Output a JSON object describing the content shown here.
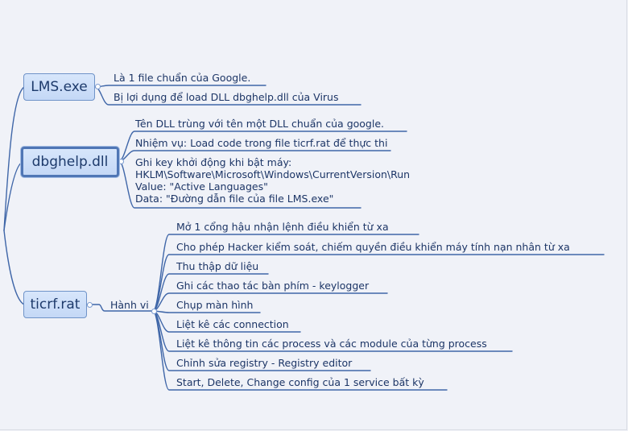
{
  "nodes": {
    "lms": {
      "label": "LMS.exe",
      "children": [
        "Là 1 file chuẩn của Google.",
        "Bị lợi dụng để load DLL dbghelp.dll của Virus"
      ]
    },
    "dbghelp": {
      "label": "dbghelp.dll",
      "children": [
        "Tên DLL trùng với tên một DLL chuẩn của google.",
        "Nhiệm vụ: Load code trong file ticrf.rat để thực thi"
      ],
      "registry": {
        "line1": "Ghi key khởi động khi bật máy:",
        "line2": "HKLM\\Software\\Microsoft\\Windows\\CurrentVersion\\Run",
        "line3": "Value: \"Active Languages\"",
        "line4": "Data: \"Đường dẫn file của file LMS.exe\""
      }
    },
    "ticrf": {
      "label": "ticrf.rat",
      "behavior_label": "Hành vi",
      "behaviors": [
        "Mở 1 cổng hậu nhận lệnh điều khiển từ xa",
        "Cho phép Hacker kiểm soát, chiếm quyền điều khiển máy tính nạn nhân từ xa",
        "Thu thập dữ liệu",
        "Ghi các thao tác bàn phím - keylogger",
        "Chụp màn hình",
        "Liệt kê các connection",
        "Liệt kê thông tin các process và các module của từng process",
        "Chỉnh sửa registry - Registry editor",
        "Start, Delete, Change config của 1 service bất kỳ"
      ]
    }
  },
  "colors": {
    "node_fill": "#c9dbf7",
    "node_border": "#6f93c8",
    "link": "#3f66a8",
    "text": "#1c3566",
    "background": "#f0f2f8"
  }
}
